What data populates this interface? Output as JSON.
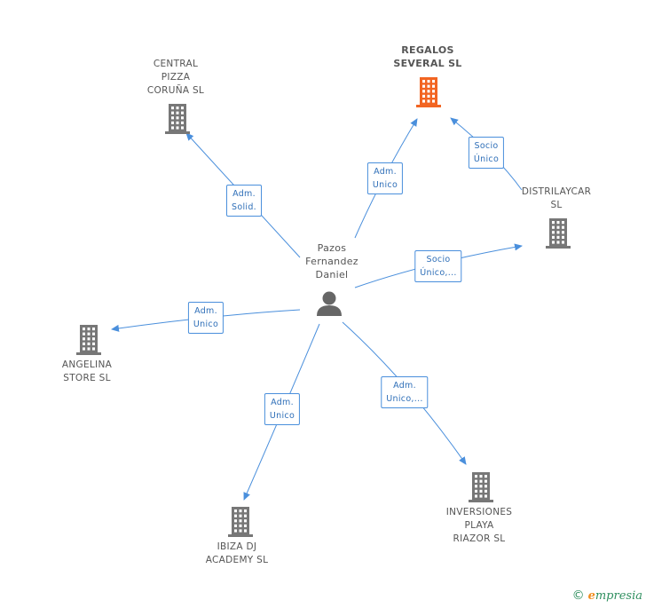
{
  "person": {
    "name_lines": [
      "Pazos",
      "Fernandez",
      "Daniel"
    ],
    "icon": "person-icon"
  },
  "companies": [
    {
      "id": "regalos",
      "lines": [
        "REGALOS",
        "SEVERAL  SL"
      ],
      "highlight": true,
      "color": "#f26522"
    },
    {
      "id": "central",
      "lines": [
        "CENTRAL",
        "PIZZA",
        "CORUÑA SL"
      ],
      "highlight": false,
      "color": "#777777"
    },
    {
      "id": "distrilaycar",
      "lines": [
        "DISTRILAYCAR",
        "SL"
      ],
      "highlight": false,
      "color": "#777777"
    },
    {
      "id": "angelina",
      "lines": [
        "ANGELINA",
        "STORE SL"
      ],
      "highlight": false,
      "color": "#777777"
    },
    {
      "id": "ibiza",
      "lines": [
        "IBIZA DJ",
        "ACADEMY  SL"
      ],
      "highlight": false,
      "color": "#777777"
    },
    {
      "id": "inversiones",
      "lines": [
        "INVERSIONES",
        "PLAYA",
        "RIAZOR  SL"
      ],
      "highlight": false,
      "color": "#777777"
    }
  ],
  "relations": [
    {
      "id": "rel-central",
      "lines": [
        "Adm.",
        "Solid."
      ]
    },
    {
      "id": "rel-regalos",
      "lines": [
        "Adm.",
        "Unico"
      ]
    },
    {
      "id": "rel-distri-regalos",
      "lines": [
        "Socio",
        "Único"
      ]
    },
    {
      "id": "rel-distrilaycar",
      "lines": [
        "Socio",
        "Único,..."
      ]
    },
    {
      "id": "rel-angelina",
      "lines": [
        "Adm.",
        "Unico"
      ]
    },
    {
      "id": "rel-ibiza",
      "lines": [
        "Adm.",
        "Unico"
      ]
    },
    {
      "id": "rel-inversiones",
      "lines": [
        "Adm.",
        "Unico,..."
      ]
    }
  ],
  "colors": {
    "edge": "#4a8fdc",
    "building_default": "#777777",
    "building_highlight": "#f26522",
    "person": "#666666"
  },
  "footer": {
    "copyright": "©",
    "brand_first": "e",
    "brand_rest": "mpresia"
  }
}
